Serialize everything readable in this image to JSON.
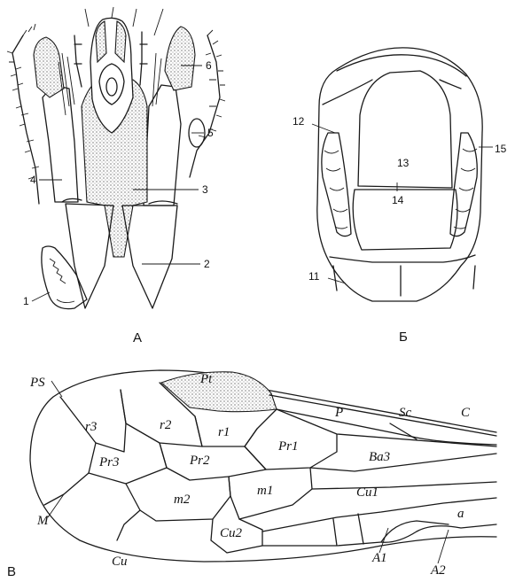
{
  "panels": {
    "a": "А",
    "b": "Б",
    "v": "В"
  },
  "mouthparts_labels": {
    "l1": "1",
    "l2": "2",
    "l3": "3",
    "l4": "4",
    "l5": "5",
    "l6": "6"
  },
  "thorax_labels": {
    "l11": "11",
    "l12": "12",
    "l13": "13",
    "l14": "14",
    "l15": "15"
  },
  "wing_labels": {
    "PS": "PS",
    "Pt": "Pt",
    "P": "P",
    "Sc": "Sc",
    "C": "C",
    "r3": "r3",
    "r2": "r2",
    "r1": "r1",
    "Pr1": "Pr1",
    "Ba3": "Ba3",
    "Pr3": "Pr3",
    "Pr2": "Pr2",
    "Cu1": "Cu1",
    "M": "M",
    "m2": "m2",
    "m1": "m1",
    "Cu2": "Cu2",
    "a": "a",
    "Cu": "Cu",
    "A1": "A1",
    "A2": "A2"
  },
  "colors": {
    "ink": "#1a1a1a",
    "paper": "#ffffff"
  }
}
